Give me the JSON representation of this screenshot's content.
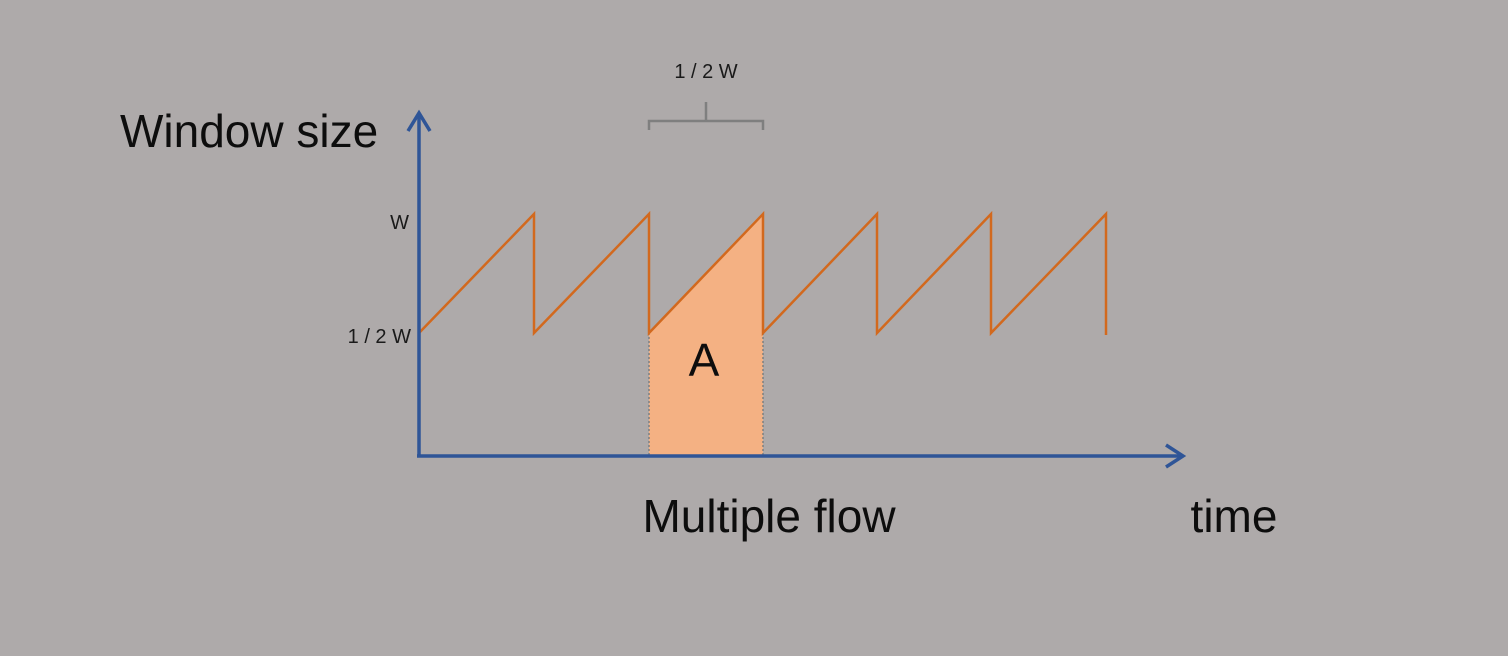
{
  "diagram": {
    "y_axis_label": "Window size",
    "x_axis_label": "time",
    "caption": "Multiple flow",
    "tick_w": "W",
    "tick_half_w": "1 / 2 W",
    "period_label": "1 / 2 W",
    "area_label": "A",
    "colors": {
      "background": "#aeaaaa",
      "axis": "#2f5597",
      "sawtooth": "#d2691e",
      "area_fill": "#f4b183",
      "brace": "#7f7f7f",
      "text": "#0d0d0d"
    },
    "sawtooth": {
      "cycles": 6,
      "min_level": 0.5,
      "max_level": 1.0,
      "highlighted_cycle": 3
    }
  }
}
